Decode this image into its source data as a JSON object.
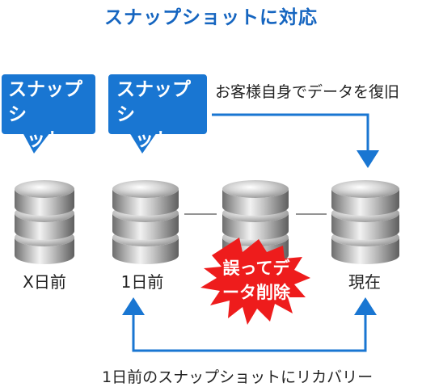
{
  "title": "スナップショットに対応",
  "bubbles": [
    {
      "text": "スナップシ\nョット"
    },
    {
      "text": "スナップシ\nョット"
    }
  ],
  "restore_note": "お客様自身でデータを復旧",
  "databases": [
    {
      "label": "X日前"
    },
    {
      "label": "1日前"
    },
    {
      "label": ""
    },
    {
      "label": "現在"
    }
  ],
  "warning": "誤ってデ\nータ削除",
  "recovery_note": "1日前のスナップショットにリカバリー",
  "colors": {
    "accent_blue": "#1976d2",
    "title_blue": "#1565c0",
    "warning_red": "#ee1c1c"
  }
}
